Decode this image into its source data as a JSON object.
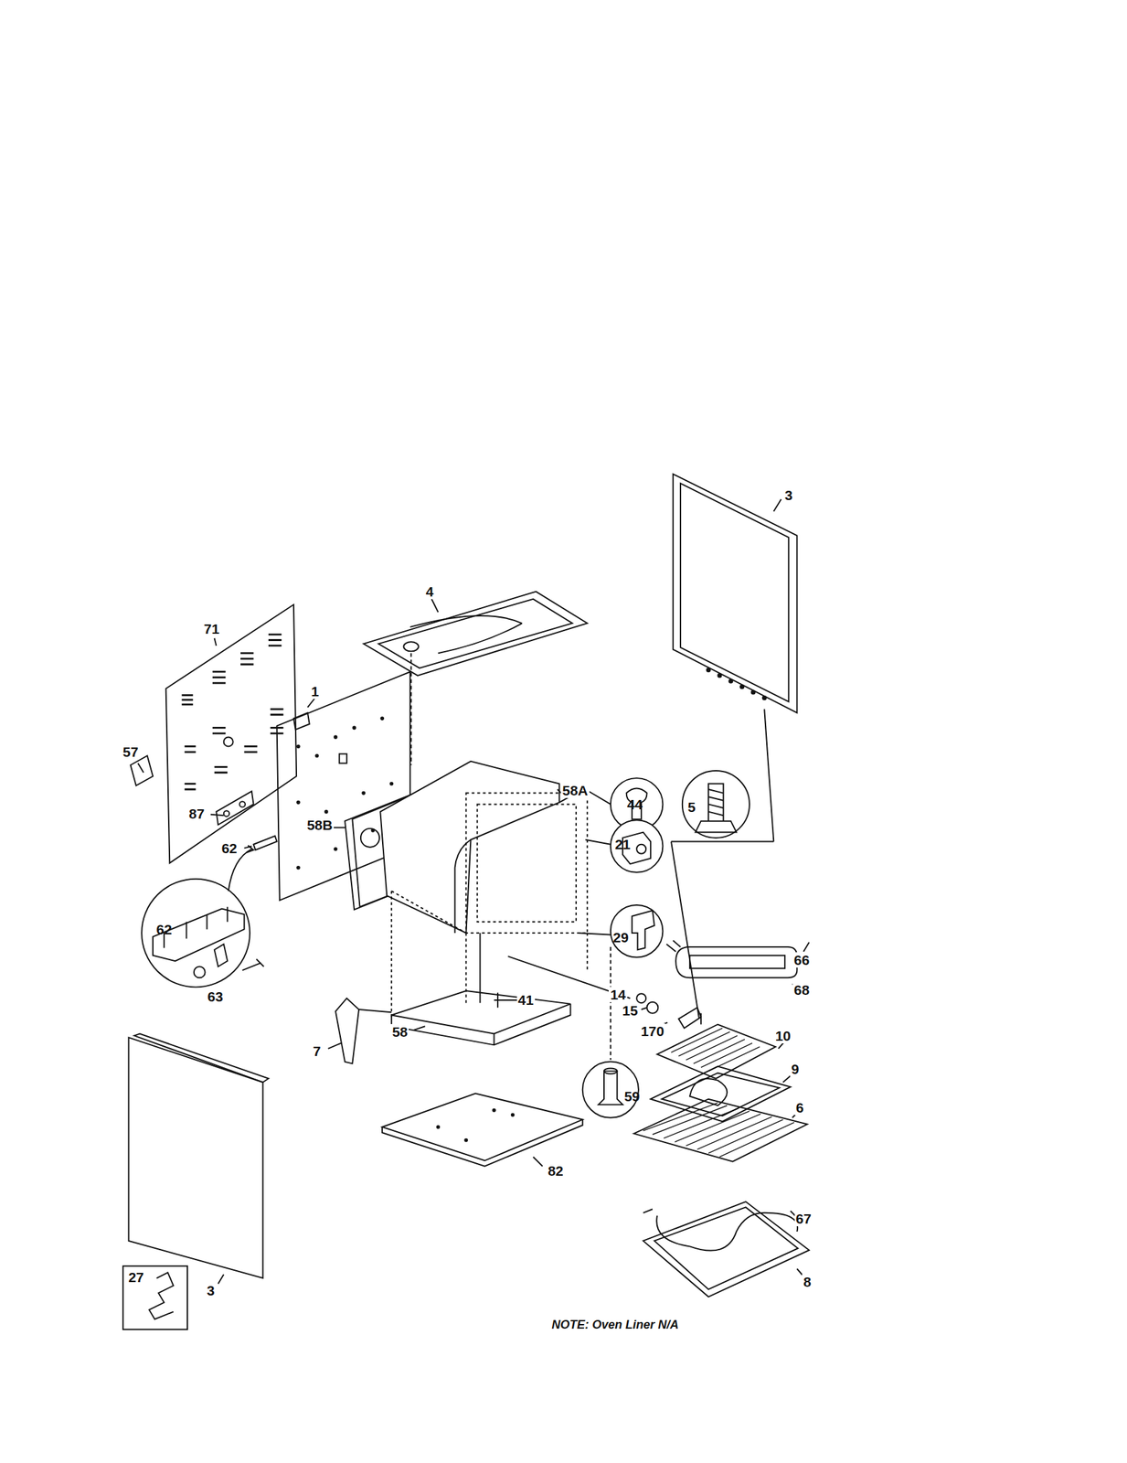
{
  "diagram": {
    "labels": [
      "3",
      "4",
      "71",
      "57",
      "1",
      "58A",
      "44",
      "5",
      "170",
      "87",
      "58B",
      "21",
      "62",
      "62",
      "63",
      "29",
      "66",
      "68",
      "14",
      "15",
      "41",
      "58",
      "7",
      "10",
      "9",
      "6",
      "59",
      "82",
      "67",
      "8",
      "27",
      "3",
      "NOTE: Oven Liner N/A"
    ]
  }
}
